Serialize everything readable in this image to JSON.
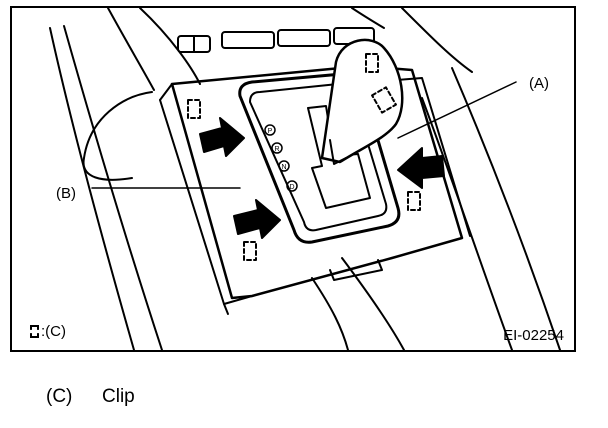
{
  "labels": {
    "a": "(A)",
    "b": "(B)",
    "legend_text": ":(C)",
    "figure_id": "EI-02254"
  },
  "caption": {
    "ref": "(C)",
    "text": "Clip"
  },
  "gear_positions": [
    "P",
    "R",
    "N",
    "D"
  ],
  "colors": {
    "ink": "#000000",
    "background": "#ffffff"
  }
}
